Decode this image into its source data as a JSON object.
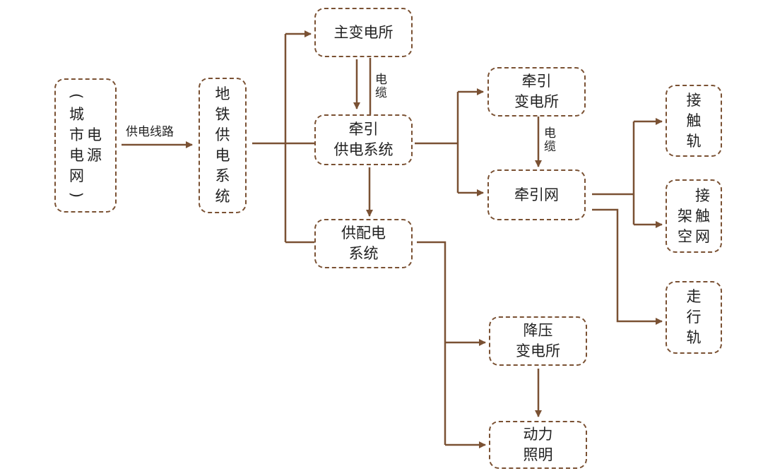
{
  "diagram": {
    "colors": {
      "line": "#7a5133",
      "border": "#7a5133",
      "text": "#222222"
    },
    "nodes": {
      "city_grid": {
        "col1": [
          "电",
          "源"
        ],
        "col2_chars": [
          "城",
          "市",
          "电",
          "网"
        ],
        "paren_open": "(",
        "paren_close": ")"
      },
      "metro_power": {
        "lines": [
          "地",
          "铁",
          "供",
          "电",
          "系",
          "统"
        ]
      },
      "main_substation": {
        "lines": [
          "主变电所"
        ]
      },
      "traction_supply": {
        "lines": [
          "牵引",
          "供电系统"
        ]
      },
      "distribution": {
        "lines": [
          "供配电",
          "系统"
        ]
      },
      "traction_substation": {
        "lines": [
          "牵引",
          "变电所"
        ]
      },
      "traction_network": {
        "lines": [
          "牵引网"
        ]
      },
      "contact_rail": {
        "lines": [
          "接",
          "触",
          "轨"
        ]
      },
      "overhead_catenary": {
        "col1": [
          "架",
          "空"
        ],
        "col2": [
          "接",
          "触",
          "网"
        ]
      },
      "running_rail": {
        "lines": [
          "走",
          "行",
          "轨"
        ]
      },
      "stepdown_substation": {
        "lines": [
          "降压",
          "变电所"
        ]
      },
      "power_lighting": {
        "lines": [
          "动力",
          "照明"
        ]
      }
    },
    "edge_labels": {
      "supply_line": "供电线路",
      "cable_1": [
        "电",
        "缆"
      ],
      "cable_2": [
        "电",
        "缆"
      ]
    }
  }
}
